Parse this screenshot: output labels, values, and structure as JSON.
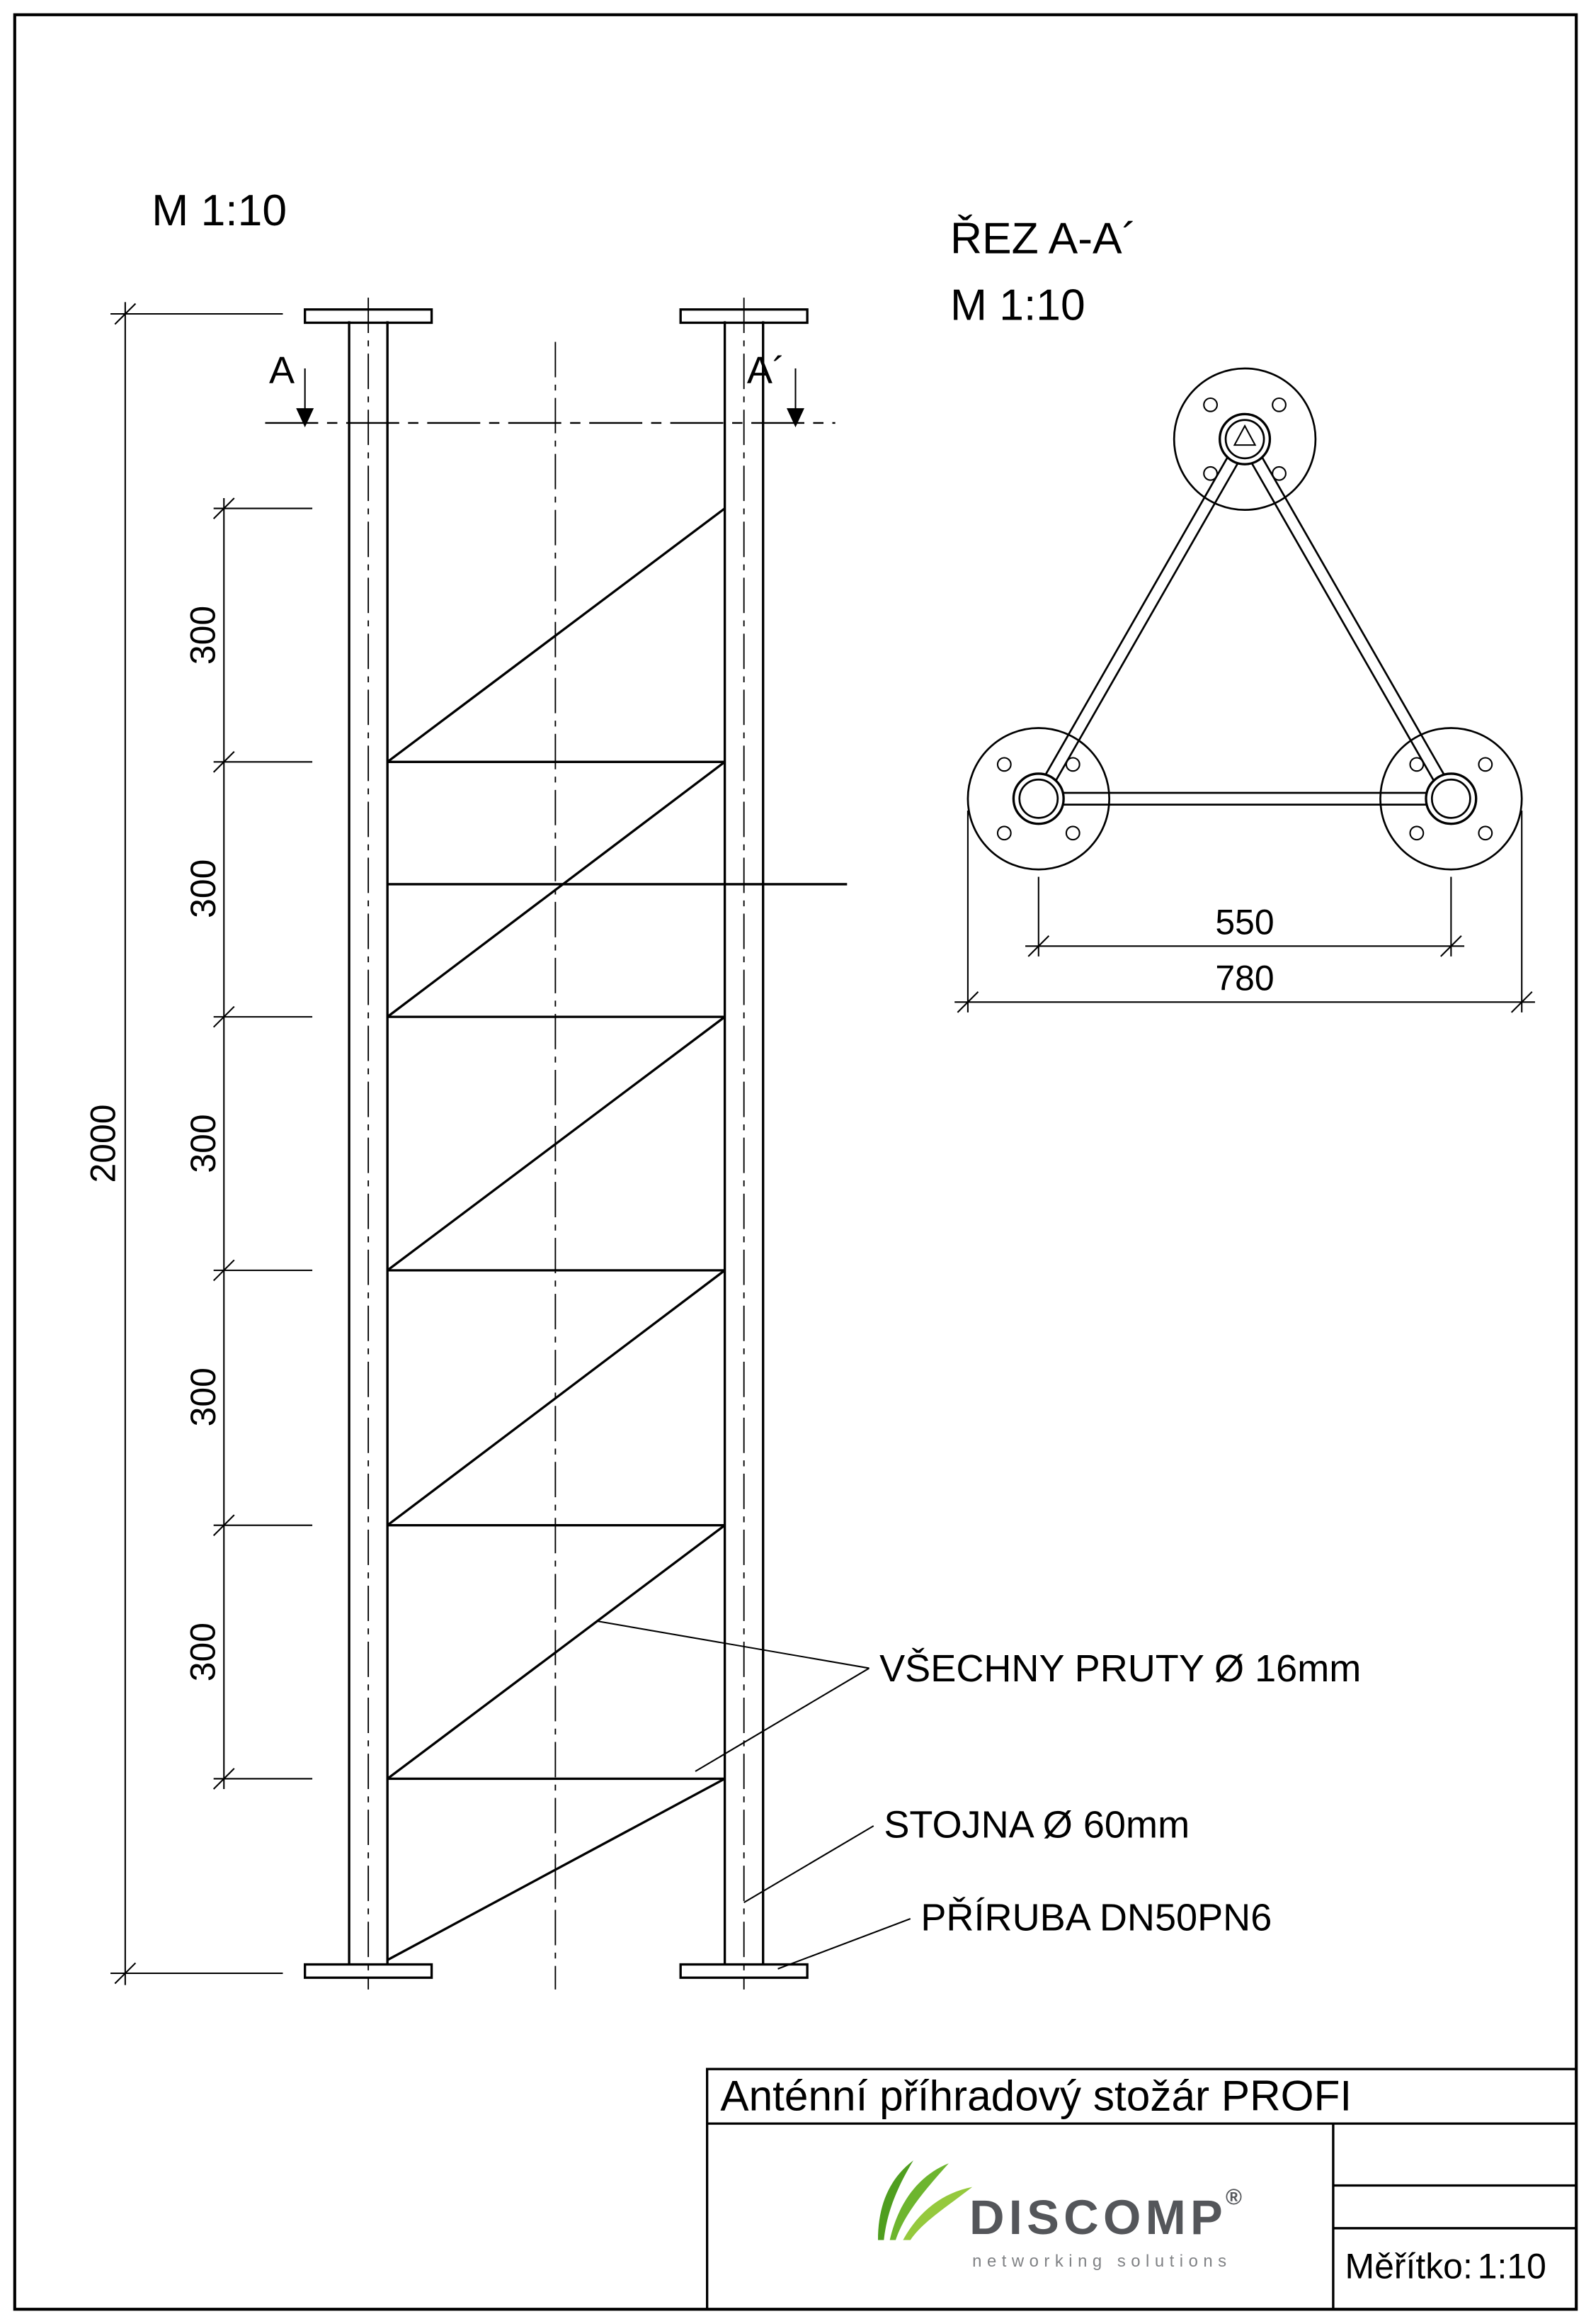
{
  "front_view": {
    "scale_label": "M 1:10",
    "cut_label_left": "A",
    "cut_label_right": "A´",
    "dim_overall": "2000",
    "dim_segments": [
      "300",
      "300",
      "300",
      "300",
      "300"
    ]
  },
  "section_view": {
    "title": "ŘEZ A-A´",
    "scale_label": "M 1:10",
    "dim_center_distance": "550",
    "dim_outer_width": "780"
  },
  "annotations": {
    "rods_note": "VŠECHNY PRUTY Ø 16mm",
    "leg_note": "STOJNA Ø 60mm",
    "flange_note": "PŘÍRUBA DN50PN6"
  },
  "title_block": {
    "title": "Anténní příhradový stožár PROFI",
    "scale_field_label": "Měřítko:",
    "scale_field_value": "1:10",
    "logo": {
      "name": "DISCOMP",
      "registered_mark": "®",
      "tagline": "networking solutions"
    }
  },
  "colors": {
    "line": "#000000",
    "background": "#ffffff",
    "logo_green_dark": "#4f9e1f",
    "logo_green": "#6db52e",
    "logo_green_light": "#95c93d",
    "logo_text": "#54565a",
    "logo_tagline": "#808285"
  }
}
